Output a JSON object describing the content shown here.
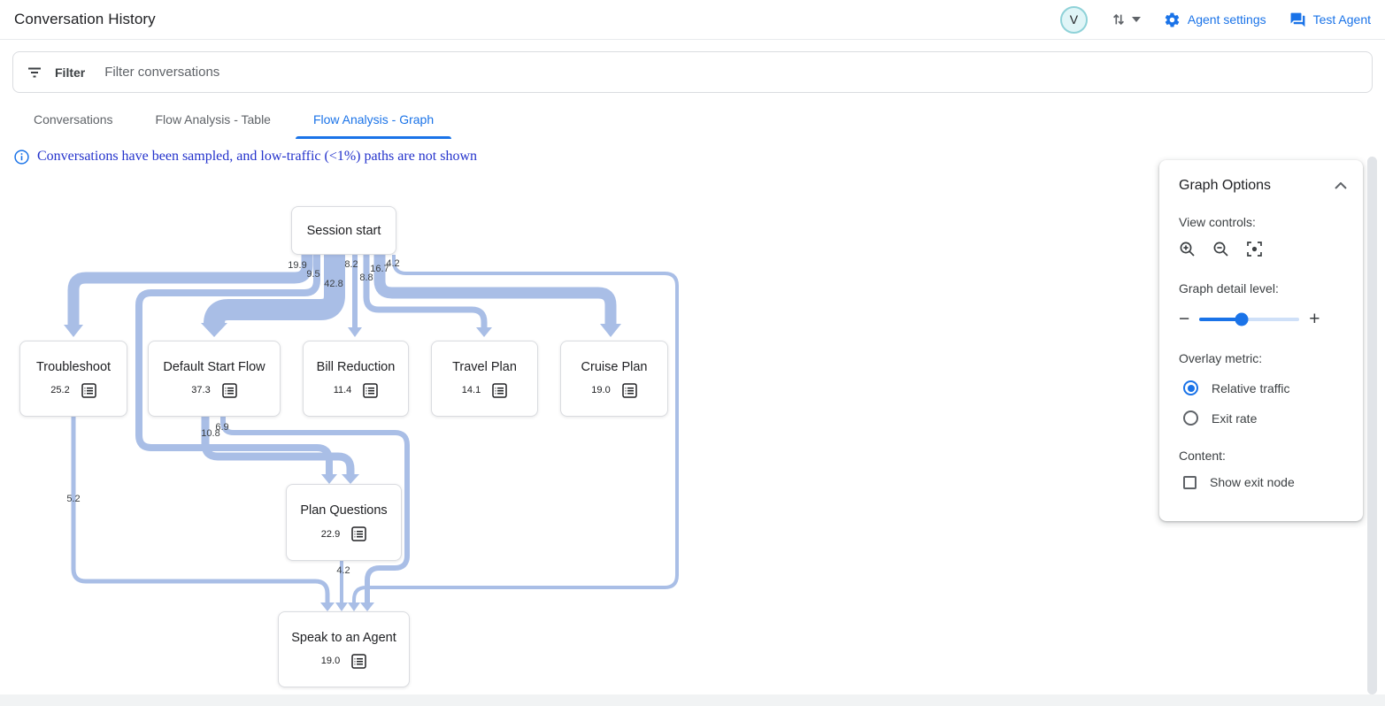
{
  "header": {
    "title": "Conversation History",
    "avatar_letter": "V",
    "agent_settings": "Agent settings",
    "test_agent": "Test Agent"
  },
  "filter_bar": {
    "label": "Filter",
    "placeholder": "Filter conversations"
  },
  "tabs": [
    {
      "label": "Conversations",
      "active": false
    },
    {
      "label": "Flow Analysis - Table",
      "active": false
    },
    {
      "label": "Flow Analysis - Graph",
      "active": true
    }
  ],
  "info_banner": {
    "text": "Conversations have been sampled, and low-traffic (<1%) paths are not shown"
  },
  "graph_options": {
    "title": "Graph Options",
    "view_controls_label": "View controls:",
    "view_control_icons": [
      "zoom-in",
      "zoom-out",
      "center-focus"
    ],
    "detail_level_label": "Graph detail level:",
    "detail_slider_pct": 42,
    "overlay_metric_label": "Overlay metric:",
    "overlay_options": [
      {
        "label": "Relative traffic",
        "selected": true
      },
      {
        "label": "Exit rate",
        "selected": false
      }
    ],
    "content_label": "Content:",
    "show_exit_node_label": "Show exit node",
    "show_exit_node_checked": false
  },
  "flow_graph": {
    "nodes": [
      {
        "label": "Session start",
        "value": ""
      },
      {
        "label": "Troubleshoot",
        "value": "25.2"
      },
      {
        "label": "Default Start Flow",
        "value": "37.3"
      },
      {
        "label": "Bill Reduction",
        "value": "11.4"
      },
      {
        "label": "Travel Plan",
        "value": "14.1"
      },
      {
        "label": "Cruise Plan",
        "value": "19.0"
      },
      {
        "label": "Plan Questions",
        "value": "22.9"
      },
      {
        "label": "Speak to an Agent",
        "value": "19.0"
      }
    ],
    "edges": [
      {
        "from": "Session start",
        "to": "Troubleshoot",
        "value": "19.9"
      },
      {
        "from": "Session start",
        "to": "Plan Questions",
        "value": "9.5"
      },
      {
        "from": "Session start",
        "to": "Default Start Flow",
        "value": "42.8"
      },
      {
        "from": "Session start",
        "to": "Bill Reduction",
        "value": "8.2"
      },
      {
        "from": "Session start",
        "to": "Travel Plan",
        "value": "8.8"
      },
      {
        "from": "Session start",
        "to": "Cruise Plan",
        "value": "16.7"
      },
      {
        "from": "Session start",
        "to": "Speak to an Agent",
        "value": "4.2"
      },
      {
        "from": "Default Start Flow",
        "to": "Plan Questions",
        "value": "10.8"
      },
      {
        "from": "Default Start Flow",
        "to": "Speak to an Agent",
        "value": "6.9"
      },
      {
        "from": "Troubleshoot",
        "to": "Speak to an Agent",
        "value": "5.2"
      },
      {
        "from": "Plan Questions",
        "to": "Speak to an Agent",
        "value": "4.2"
      }
    ]
  },
  "colors": {
    "accent": "#1a73e8",
    "edge": "#a9bee6",
    "banner_text": "#2433cc"
  }
}
